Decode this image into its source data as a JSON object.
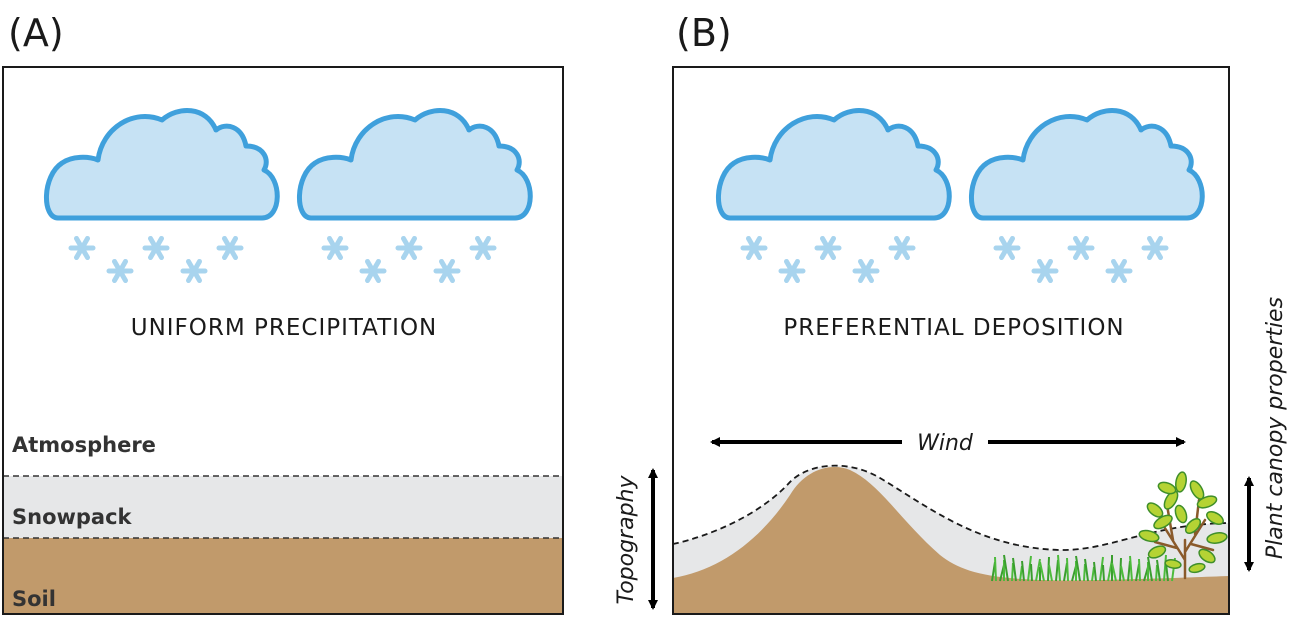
{
  "panel_a": {
    "letter": "(A)",
    "caption": "UNIFORM PRECIPITATION",
    "layers": {
      "atmosphere": "Atmosphere",
      "snowpack": "Snowpack",
      "soil": "Soil"
    }
  },
  "panel_b": {
    "letter": "(B)",
    "caption": "PREFERENTIAL DEPOSITION",
    "wind_label": "Wind",
    "topography_label": "Topography",
    "canopy_label": "Plant canopy properties"
  },
  "colors": {
    "cloud_fill": "#c6e2f4",
    "cloud_stroke": "#3fa0dc",
    "snowflake": "#a8d4ee",
    "snowpack": "#e6e7e8",
    "soil": "#c19a6b",
    "grass": "#4dbb3c",
    "shrub_leaf": "#b5d334",
    "shrub_stem": "#8a5a2b"
  },
  "icons": [
    "cloud-icon",
    "snowflake-icon",
    "grass-icon",
    "shrub-icon",
    "double-arrow-icon"
  ]
}
